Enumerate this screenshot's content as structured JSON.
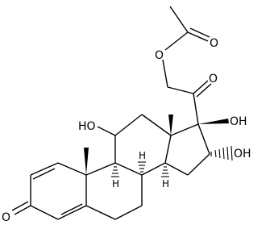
{
  "labels": {
    "acetate_ester_o": "O",
    "acetate_carbonyl_o": "O",
    "c20_ketone_o": "O",
    "c11_hydroxyl": "HO",
    "c17_hydroxyl": "OH",
    "c16_hydroxyl": "OH",
    "c3_ketone_o": "O",
    "c8_hydrogen": "H",
    "c9_hydrogen": "H",
    "c14_hydrogen": "H"
  },
  "colors": {
    "ink": "#000000",
    "background": "#ffffff"
  }
}
